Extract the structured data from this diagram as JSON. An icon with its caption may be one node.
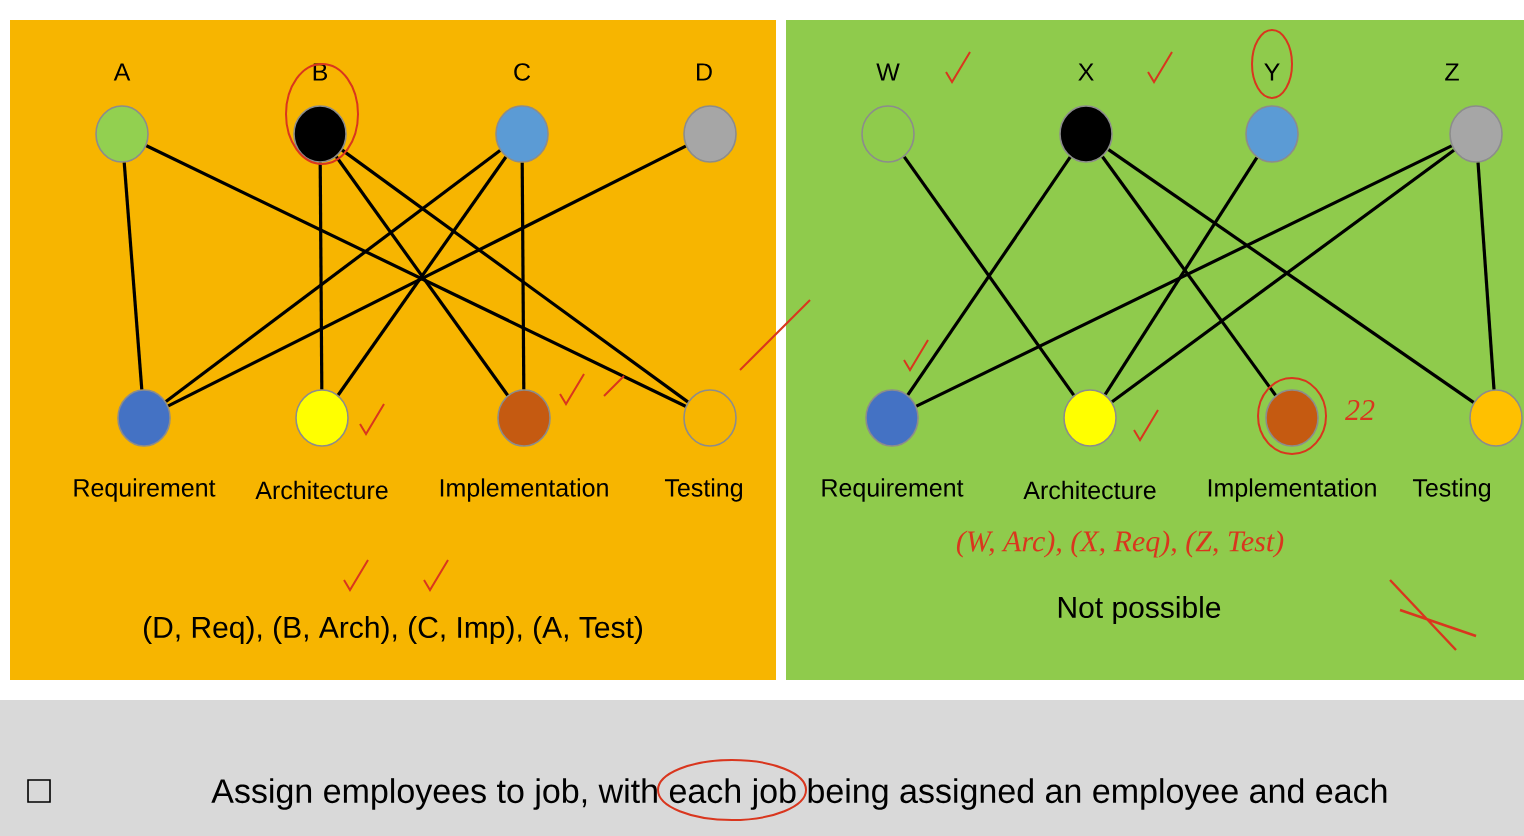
{
  "diagram": {
    "nodes": [
      {
        "text": [
          "(D, Req), (B, Arch), (C, Imp), (A, Test)"
        ]
      },
      {
        "text": [
          "A"
        ],
        "in": 0
      },
      {
        "text": [
          "B"
        ],
        "in": 0
      },
      {
        "text": [
          "C"
        ],
        "in": 0
      },
      {
        "text": [
          "D"
        ],
        "in": 0
      },
      {
        "text": [
          "Requirement"
        ],
        "in": 0
      },
      {
        "text": [
          "Architecture"
        ],
        "in": 0
      },
      {
        "text": [
          "Implementation"
        ],
        "in": 0
      },
      {
        "text": [
          "Testing"
        ],
        "in": 0
      },
      {
        "text": [
          "Not possible"
        ]
      },
      {
        "text": [
          "W"
        ],
        "in": 9
      },
      {
        "text": [
          "X"
        ],
        "in": 9
      },
      {
        "text": [
          "Y"
        ],
        "in": 9
      },
      {
        "text": [
          "Z"
        ],
        "in": 9
      },
      {
        "text": [
          "Requirement"
        ],
        "in": 9
      },
      {
        "text": [
          "Architecture"
        ],
        "in": 9
      },
      {
        "text": [
          "Implementation"
        ],
        "in": 9,
        "beside": [
          "22"
        ]
      },
      {
        "text": [
          "Testing"
        ],
        "in": 9
      }
    ],
    "edges": [
      {
        "from": 1,
        "to": 5,
        "arrow": "none"
      },
      {
        "from": 1,
        "to": 8,
        "arrow": "none"
      },
      {
        "from": 2,
        "to": 6,
        "arrow": "none"
      },
      {
        "from": 2,
        "to": 7,
        "arrow": "none"
      },
      {
        "from": 2,
        "to": 8,
        "arrow": "none"
      },
      {
        "from": 3,
        "to": 5,
        "arrow": "none"
      },
      {
        "from": 3,
        "to": 6,
        "arrow": "none"
      },
      {
        "from": 3,
        "to": 7,
        "arrow": "none"
      },
      {
        "from": 4,
        "to": 5,
        "arrow": "none"
      },
      {
        "from": 10,
        "to": 15,
        "arrow": "none"
      },
      {
        "from": 11,
        "to": 14,
        "arrow": "none"
      },
      {
        "from": 11,
        "to": 16,
        "arrow": "none"
      },
      {
        "from": 11,
        "to": 17,
        "arrow": "none"
      },
      {
        "from": 12,
        "to": 15,
        "arrow": "none"
      },
      {
        "from": 13,
        "to": 14,
        "arrow": "none"
      },
      {
        "from": 13,
        "to": 15,
        "arrow": "none"
      },
      {
        "from": 13,
        "to": 17,
        "arrow": "none"
      }
    ],
    "labels": [
      "(W, Arc), (X, Req), (Z, Test)",
      "Assign employees to job, with each job being assigned an employee and each"
    ]
  }
}
